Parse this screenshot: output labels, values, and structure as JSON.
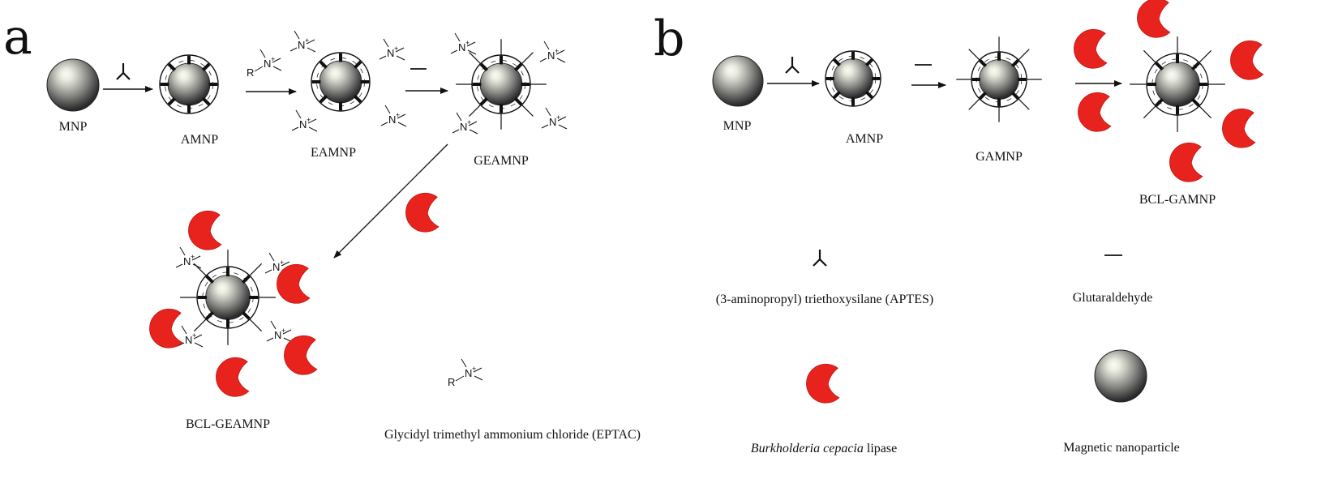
{
  "panels": {
    "a": "a",
    "b": "b"
  },
  "a": {
    "mnp": "MNP",
    "amnp": "AMNP",
    "eamnp": "EAMNP",
    "geamnp": "GEAMNP",
    "bcl_geamnp": "BCL-GEAMNP",
    "eptac_label": "Glycidyl trimethyl ammonium chloride (EPTAC)"
  },
  "b": {
    "mnp": "MNP",
    "amnp": "AMNP",
    "gamnp": "GAMNP",
    "bcl_gamnp": "BCL-GAMNP"
  },
  "legend": {
    "aptes": "(3-aminopropyl) triethoxysilane (APTES)",
    "glutaraldehyde": "Glutaraldehyde",
    "lipase_italic": "Burkholderia cepacia",
    "lipase_rest": " lipase",
    "nanoparticle": "Magnetic nanoparticle"
  },
  "chem": {
    "R": "R",
    "N": "N",
    "plus": "+"
  },
  "colors": {
    "enzyme": "#e8231d",
    "sphere_dark": "#2e2e2e",
    "sphere_light": "#f4f4e8",
    "line": "#111111"
  }
}
